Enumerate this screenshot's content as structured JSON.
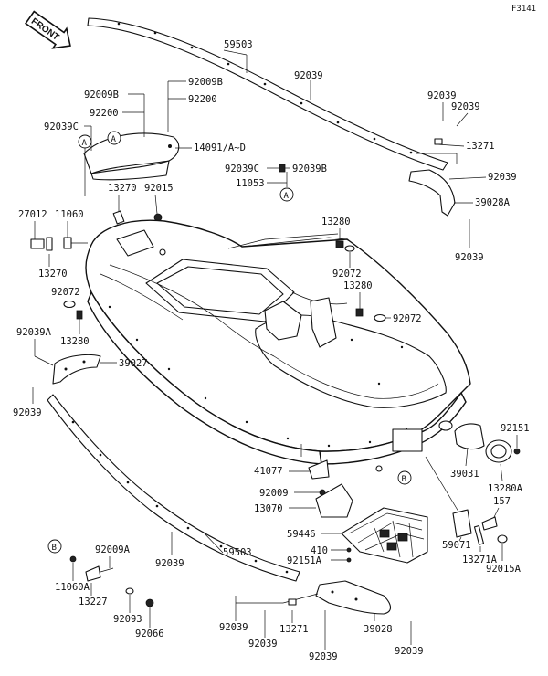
{
  "figure_code": "F3141",
  "front_label": "FRONT",
  "callouts": {
    "c59503_top": "59503",
    "c92039_top": "92039",
    "c92009B_a": "92009B",
    "c92009B_b": "92009B",
    "c92200_a": "92200",
    "c92200_b": "92200",
    "c92039C_a": "92039C",
    "c14091": "14091/A~D",
    "c92039_r1": "92039",
    "c92039_r2": "92039",
    "c13271_r": "13271",
    "c92039C_b": "92039C",
    "c92039B_b": "92039B",
    "c11053": "11053",
    "c92039_r3": "92039",
    "c39028A": "39028A",
    "c92039_r4": "92039",
    "c13270_a": "13270",
    "c92015": "92015",
    "c27012": "27012",
    "c11060": "11060",
    "c13270_b": "13270",
    "c13280_a": "13280",
    "c92072_a": "92072",
    "c13280_b": "13280",
    "c92072_b": "92072",
    "c92072_c": "92072",
    "c13280_c": "13280",
    "c92039A_l": "92039A",
    "c39027": "39027",
    "c92039_l": "92039",
    "c92151": "92151",
    "c39031": "39031",
    "c13280A": "13280A",
    "c41077": "41077",
    "c92009": "92009",
    "c13070": "13070",
    "c157": "157",
    "c59446": "59446",
    "c410": "410",
    "c92151A": "92151A",
    "c59071": "59071",
    "c13271A": "13271A",
    "c92015A": "92015A",
    "c92039_b1": "92039",
    "c59503_b": "59503",
    "c92009A": "92009A",
    "c11060A": "11060A",
    "c13227": "13227",
    "c92093": "92093",
    "c92066": "92066",
    "c92039_b2": "92039",
    "c13271_b": "13271",
    "c39028": "39028",
    "c92039_b3": "92039",
    "c92039_b4": "92039",
    "c92039_b5": "92039"
  },
  "markers": {
    "A1": "A",
    "A2": "A",
    "A3": "A",
    "B1": "B",
    "B2": "B"
  }
}
